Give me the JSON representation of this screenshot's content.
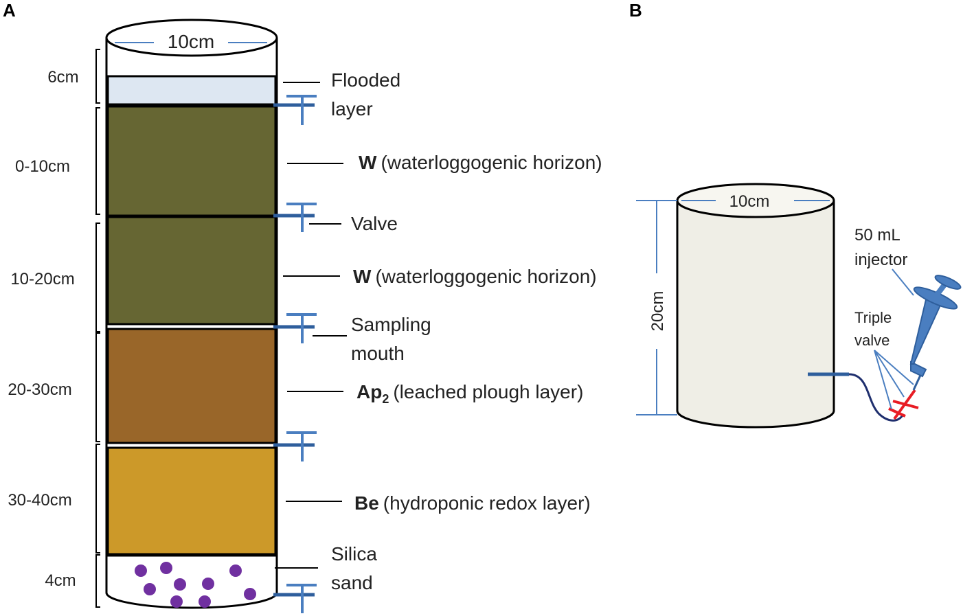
{
  "panels": {
    "a": "A",
    "b": "B"
  },
  "panel_a": {
    "top_width": "10cm",
    "depths": [
      "6cm",
      "0-10cm",
      "10-20cm",
      "20-30cm",
      "30-40cm",
      "4cm"
    ],
    "labels": {
      "flooded_1": "Flooded",
      "flooded_2": "layer",
      "valve": "Valve",
      "sampling_1": "Sampling",
      "sampling_2": "mouth",
      "silica_1": "Silica",
      "silica_2": "sand"
    },
    "horizons": [
      {
        "code": "W",
        "sub": "",
        "desc": "(waterloggogenic horizon)"
      },
      {
        "code": "W",
        "sub": "",
        "desc": "(waterloggogenic horizon)"
      },
      {
        "code": "Ap",
        "sub": "2",
        "desc": "(leached plough layer)"
      },
      {
        "code": "Be",
        "sub": "",
        "desc": "(hydroponic redox layer)"
      }
    ],
    "colors": {
      "flooded": "#dde7f2",
      "w_horizon": "#666633",
      "ap2": "#996629",
      "be": "#cc9929",
      "sand_dot": "#7030a0",
      "valve": "#2e5e9c",
      "valve_light": "#4a7ec0"
    }
  },
  "panel_b": {
    "top_width": "10cm",
    "height": "20cm",
    "injector_1": "50 mL",
    "injector_2": "injector",
    "triple_1": "Triple",
    "triple_2": "valve",
    "colors": {
      "cylinder": "#efeee6",
      "syringe": "#4a7ec0",
      "triple_valve": "#e81c24"
    }
  }
}
